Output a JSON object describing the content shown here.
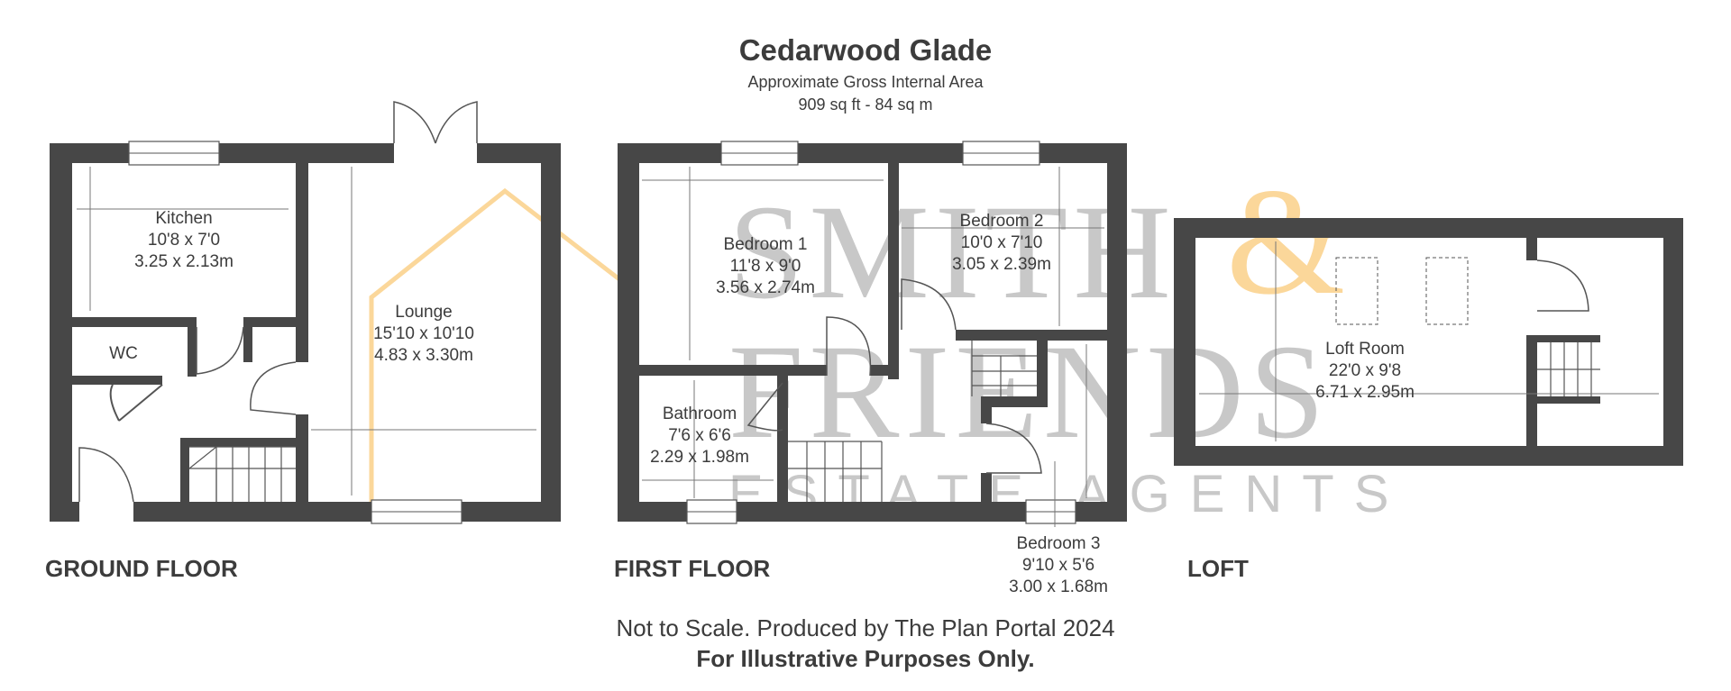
{
  "header": {
    "title": "Cedarwood Glade",
    "subtitle": "Approximate Gross Internal Area",
    "area": "909 sq ft - 84 sq m"
  },
  "floors": {
    "ground": "GROUND FLOOR",
    "first": "FIRST FLOOR",
    "loft": "LOFT"
  },
  "rooms": {
    "kitchen": {
      "name": "Kitchen",
      "imperial": "10'8 x 7'0",
      "metric": "3.25 x 2.13m"
    },
    "wc": {
      "name": "WC"
    },
    "lounge": {
      "name": "Lounge",
      "imperial": "15'10 x 10'10",
      "metric": "4.83 x 3.30m"
    },
    "bedroom1": {
      "name": "Bedroom 1",
      "imperial": "11'8 x 9'0",
      "metric": "3.56 x 2.74m"
    },
    "bedroom2": {
      "name": "Bedroom 2",
      "imperial": "10'0 x 7'10",
      "metric": "3.05 x 2.39m"
    },
    "bathroom": {
      "name": "Bathroom",
      "imperial": "7'6 x 6'6",
      "metric": "2.29 x 1.98m"
    },
    "bedroom3": {
      "name": "Bedroom 3",
      "imperial": "9'10 x 5'6",
      "metric": "3.00 x 1.68m"
    },
    "loftroom": {
      "name": "Loft Room",
      "imperial": "22'0 x 9'8",
      "metric": "6.71 x 2.95m"
    }
  },
  "watermark": {
    "line1": "SMITH",
    "amp": "&",
    "line2": "FRIENDS",
    "line3": "ESTATE AGENTS",
    "accent_color": "#fbd79a",
    "text_color": "#c8c8c8"
  },
  "footer": {
    "note": "Not to Scale. Produced by The Plan Portal 2024",
    "disclaimer": "For Illustrative Purposes Only."
  },
  "colors": {
    "wall": "#474747",
    "text": "#3c3c3c",
    "line": "#555555"
  }
}
